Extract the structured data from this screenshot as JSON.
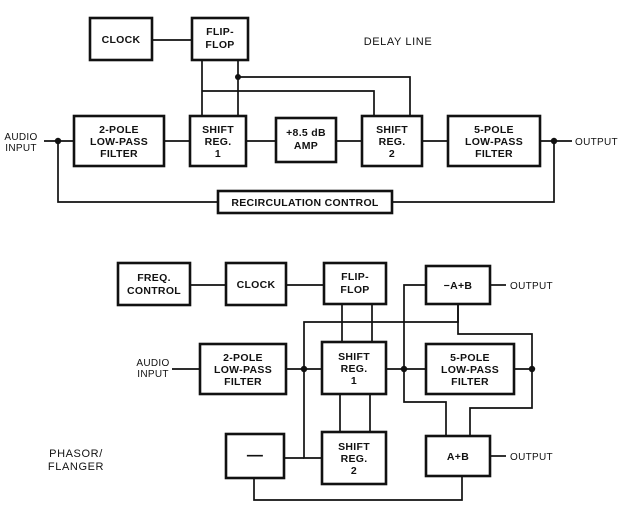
{
  "delay_line": {
    "caption": "DELAY LINE",
    "audio_input": [
      "AUDIO",
      "INPUT"
    ],
    "output": "OUTPUT",
    "clock": "CLOCK",
    "flip_flop": [
      "FLIP-",
      "FLOP"
    ],
    "filter_in": [
      "2-POLE",
      "LOW-PASS",
      "FILTER"
    ],
    "shift_reg_1": [
      "SHIFT",
      "REG.",
      "1"
    ],
    "amp": [
      "+8.5 dB",
      "AMP"
    ],
    "shift_reg_2": [
      "SHIFT",
      "REG.",
      "2"
    ],
    "filter_out": [
      "5-POLE",
      "LOW-PASS",
      "FILTER"
    ],
    "recirculation": "RECIRCULATION CONTROL"
  },
  "phasor": {
    "caption": [
      "PHASOR/",
      "FLANGER"
    ],
    "audio_input": [
      "AUDIO",
      "INPUT"
    ],
    "freq_control": [
      "FREQ.",
      "CONTROL"
    ],
    "clock": "CLOCK",
    "flip_flop": [
      "FLIP-",
      "FLOP"
    ],
    "minus_a_plus_b": "−A+B",
    "output_top": "OUTPUT",
    "filter_in": [
      "2-POLE",
      "LOW-PASS",
      "FILTER"
    ],
    "shift_reg_1": [
      "SHIFT",
      "REG.",
      "1"
    ],
    "filter_out": [
      "5-POLE",
      "LOW-PASS",
      "FILTER"
    ],
    "inverter": "—",
    "shift_reg_2": [
      "SHIFT",
      "REG.",
      "2"
    ],
    "a_plus_b": "A+B",
    "output_bottom": "OUTPUT"
  }
}
